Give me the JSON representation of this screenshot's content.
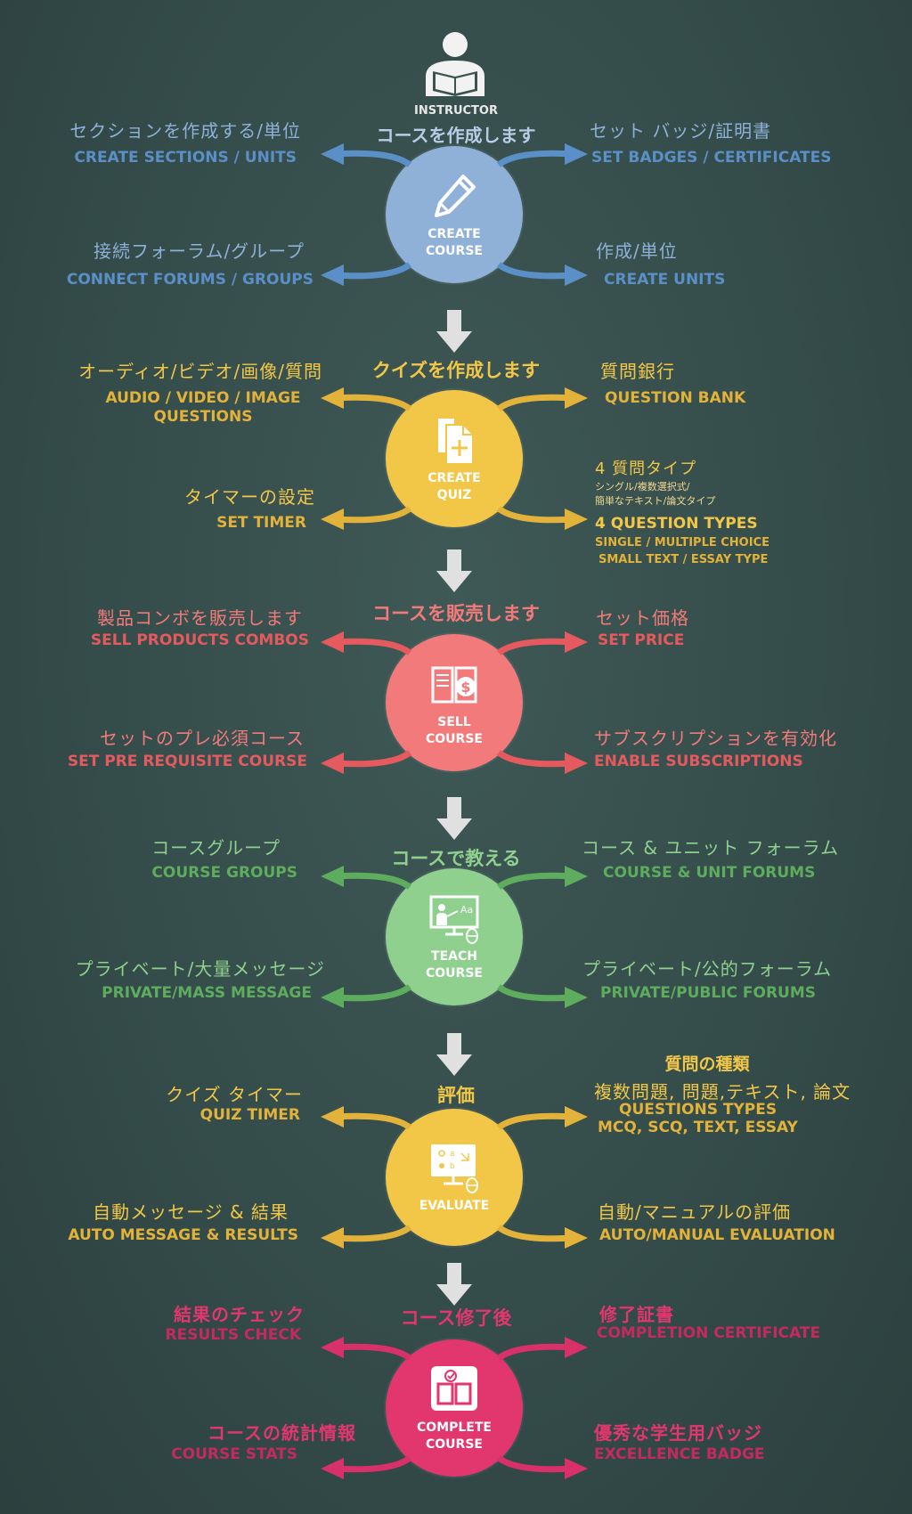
{
  "instructor": {
    "label": "INSTRUCTOR"
  },
  "sections": [
    {
      "color": "#5a8fc7",
      "circle_fill": "#8fb1d8",
      "heading": "コースを作成します",
      "circle_label": "CREATE\nCOURSE",
      "icon": "pencil-icon",
      "top_left_jp": "セクションを作成する/単位",
      "top_left_en": "CREATE SECTIONS / UNITS",
      "top_right_jp": "セット バッジ/証明書",
      "top_right_en": "SET BADGES / CERTIFICATES",
      "bottom_left_jp": "接続フォーラム/グループ",
      "bottom_left_en": "CONNECT FORUMS / GROUPS",
      "bottom_right_jp": "作成/単位",
      "bottom_right_en": "CREATE UNITS"
    },
    {
      "color": "#e2b23a",
      "circle_fill": "#f2c748",
      "heading": "クイズを作成します",
      "circle_label": "CREATE\nQUIZ",
      "icon": "add-document-icon",
      "top_left_jp": "オーディオ/ビデオ/画像/質問",
      "top_left_en": "AUDIO / VIDEO / IMAGE\nQUESTIONS",
      "top_right_jp": "質問銀行",
      "top_right_en": "QUESTION BANK",
      "bottom_left_jp": "タイマーの設定",
      "bottom_left_en": "SET TIMER",
      "bottom_right_jp": "4 質問タイプ",
      "bottom_right_sub1": "シングル/複数選択式/",
      "bottom_right_sub2": "簡単なテキスト/論文タイプ",
      "bottom_right_en": "4 QUESTION TYPES",
      "bottom_right_en2": "SINGLE / MULTIPLE CHOICE",
      "bottom_right_en3": "SMALL TEXT / ESSAY TYPE"
    },
    {
      "color": "#e45a5e",
      "circle_fill": "#f27a7a",
      "heading": "コースを販売します",
      "circle_label": "SELL\nCOURSE",
      "icon": "book-dollar-icon",
      "top_left_jp": "製品コンボを販売します",
      "top_left_en": "SELL PRODUCTS COMBOS",
      "top_right_jp": "セット価格",
      "top_right_en": "SET PRICE",
      "bottom_left_jp": "セットのプレ必須コース",
      "bottom_left_en": "SET PRE REQUISITE COURSE",
      "bottom_right_jp": "サブスクリプションを有効化",
      "bottom_right_en": "ENABLE SUBSCRIPTIONS"
    },
    {
      "color": "#5eac5e",
      "circle_fill": "#8fd08f",
      "heading": "コースで教える",
      "circle_label": "TEACH\nCOURSE",
      "icon": "teacher-board-icon",
      "top_left_jp": "コースグループ",
      "top_left_en": "COURSE GROUPS",
      "top_right_jp": "コース & ユニット フォーラム",
      "top_right_en": "COURSE & UNIT FORUMS",
      "bottom_left_jp": "プライベート/大量メッセージ",
      "bottom_left_en": "PRIVATE/MASS MESSAGE",
      "bottom_right_jp": "プライベート/公的フォーラム",
      "bottom_right_en": "PRIVATE/PUBLIC FORUMS"
    },
    {
      "color": "#e2b23a",
      "circle_fill": "#f2c748",
      "heading": "評価",
      "circle_label": "EVALUATE",
      "icon": "monitor-quiz-icon",
      "top_left_jp": "クイズ タイマー",
      "top_left_en": "QUIZ TIMER",
      "top_right_head": "質問の種類",
      "top_right_jp": "複数問題, 問題,テキスト, 論文",
      "top_right_en": "QUESTIONS TYPES",
      "top_right_en2": "MCQ, SCQ, TEXT, ESSAY",
      "bottom_left_jp": "自動メッセージ & 結果",
      "bottom_left_en": "AUTO MESSAGE & RESULTS",
      "bottom_right_jp": "自動/マニュアルの評価",
      "bottom_right_en": "AUTO/MANUAL EVALUATION"
    },
    {
      "color": "#d83068",
      "circle_fill": "#e2366e",
      "heading": "コース修了後",
      "circle_label": "COMPLETE\nCOURSE",
      "icon": "checked-book-icon",
      "top_left_jp": "結果のチェック",
      "top_left_en": "RESULTS CHECK",
      "top_right_jp": "修了証書",
      "top_right_en": "COMPLETION CERTIFICATE",
      "bottom_left_jp": "コースの統計情報",
      "bottom_left_en": "COURSE STATS",
      "bottom_right_jp": "優秀な学生用バッジ",
      "bottom_right_en": "EXCELLENCE BADGE"
    }
  ]
}
